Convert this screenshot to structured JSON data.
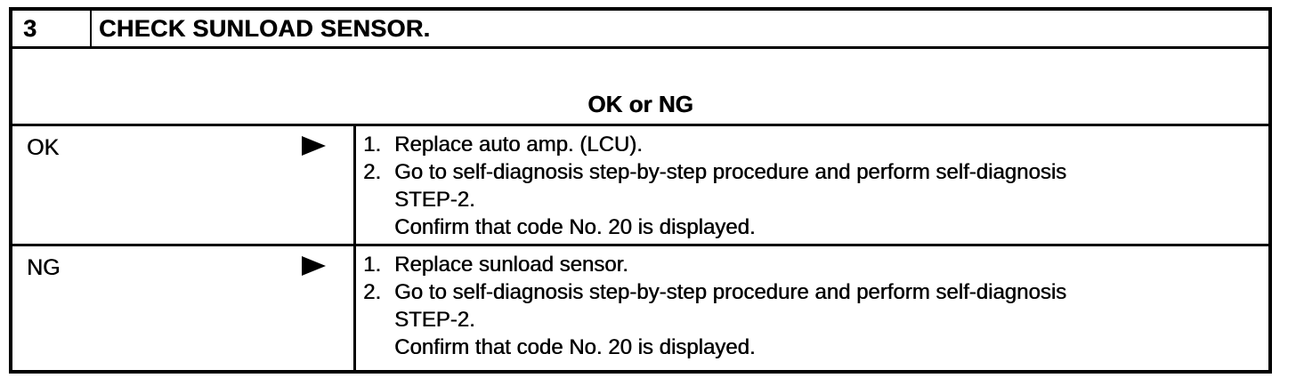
{
  "document": {
    "type": "diagnostic-procedure-table",
    "colors": {
      "ink": "#000000",
      "paper": "#ffffff"
    },
    "icons": {
      "result_arrow": "right-pointing-triangle"
    },
    "table": {
      "step_number": "3",
      "title": "CHECK SUNLOAD SENSOR.",
      "question": "OK or NG",
      "results": [
        {
          "label": "OK",
          "actions": [
            {
              "num": "1.",
              "lines": [
                "Replace auto amp. (LCU)."
              ]
            },
            {
              "num": "2.",
              "lines": [
                "Go to self-diagnosis step-by-step procedure and perform self-diagnosis",
                "STEP-2.",
                "Confirm that code No. 20 is displayed."
              ]
            }
          ]
        },
        {
          "label": "NG",
          "actions": [
            {
              "num": "1.",
              "lines": [
                "Replace sunload sensor."
              ]
            },
            {
              "num": "2.",
              "lines": [
                "Go to self-diagnosis step-by-step procedure and perform self-diagnosis",
                "STEP-2.",
                "Confirm that code No. 20 is displayed."
              ]
            }
          ]
        }
      ]
    }
  }
}
